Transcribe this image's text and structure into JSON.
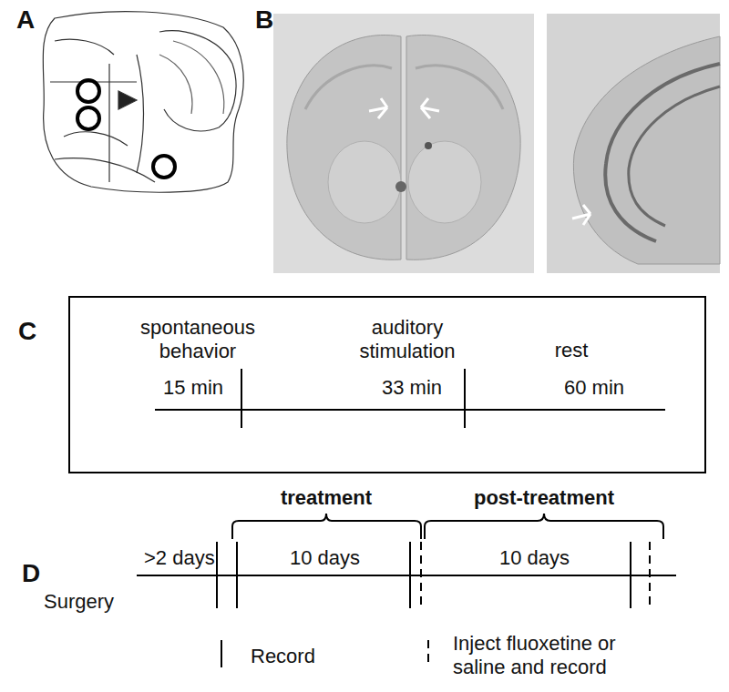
{
  "diagram": {
    "nodes": [
      {
        "text": [
          "spontaneous behavior",
          "auditory stimulation",
          "rest",
          "15 min",
          "33 min",
          "60 min"
        ]
      }
    ],
    "labels": [
      "A",
      "B",
      "C",
      "D",
      ">2 days",
      "treatment",
      "10 days",
      "post-treatment",
      "10 days",
      "Surgery"
    ],
    "legend": [
      {
        "text": "Record"
      },
      {
        "text": "Inject fluoxetine or saline and record"
      }
    ]
  }
}
